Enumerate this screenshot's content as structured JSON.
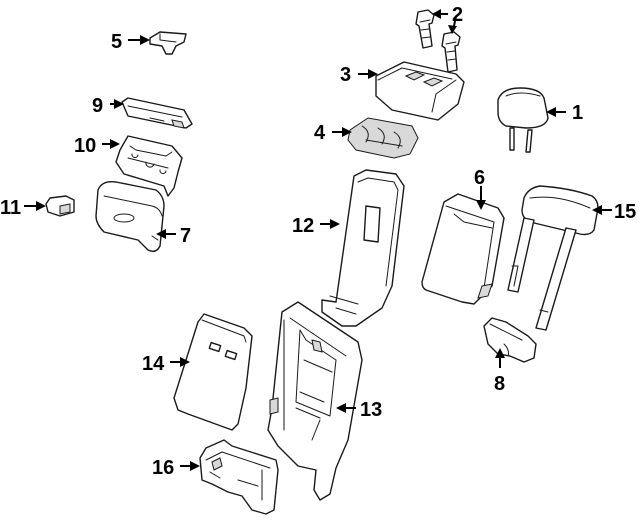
{
  "callouts": [
    {
      "id": "1",
      "label": "1"
    },
    {
      "id": "2",
      "label": "2"
    },
    {
      "id": "3",
      "label": "3"
    },
    {
      "id": "4",
      "label": "4"
    },
    {
      "id": "5",
      "label": "5"
    },
    {
      "id": "6",
      "label": "6"
    },
    {
      "id": "7",
      "label": "7"
    },
    {
      "id": "8",
      "label": "8"
    },
    {
      "id": "9",
      "label": "9"
    },
    {
      "id": "10",
      "label": "10"
    },
    {
      "id": "11",
      "label": "11"
    },
    {
      "id": "12",
      "label": "12"
    },
    {
      "id": "13",
      "label": "13"
    },
    {
      "id": "14",
      "label": "14"
    },
    {
      "id": "15",
      "label": "15"
    },
    {
      "id": "16",
      "label": "16"
    }
  ],
  "colors": {
    "line": "#1a1a1a",
    "shade": "#d9d9d9",
    "background": "#ffffff"
  }
}
